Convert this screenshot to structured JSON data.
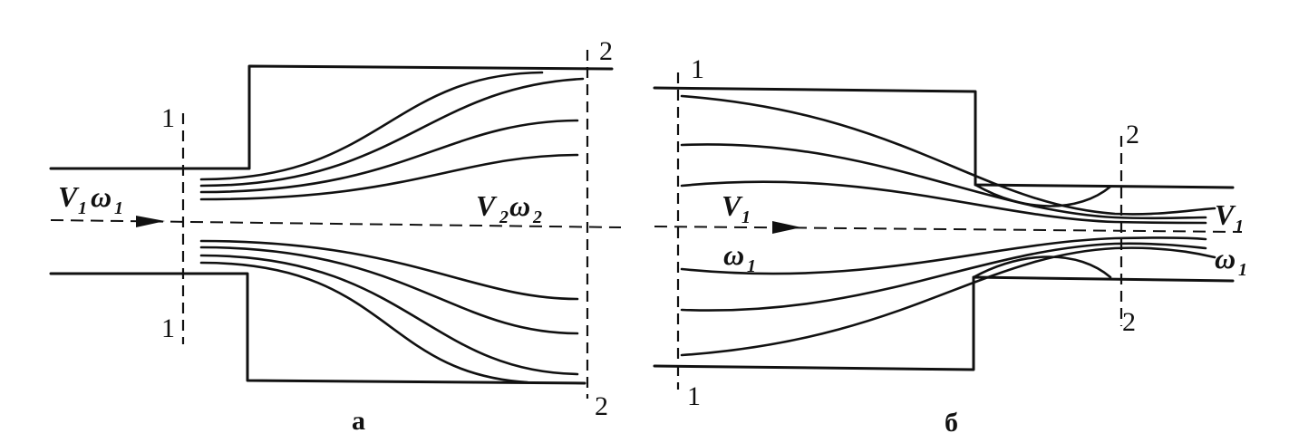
{
  "panel_a": {
    "caption": "а",
    "inlet_section": "1",
    "outlet_section": "2",
    "inlet_v": "V",
    "inlet_w": "ω",
    "inlet_sub": "1",
    "outlet_v": "V",
    "outlet_w": "ω",
    "outlet_sub": "2"
  },
  "panel_b": {
    "caption": "б",
    "inlet_section": "1",
    "outlet_section": "2",
    "inlet_v": "V",
    "inlet_w": "ω",
    "inlet_sub": "1",
    "outlet_v": "V",
    "outlet_w": "ω",
    "outlet_sub": "1"
  },
  "colors": {
    "ink": "#111111",
    "paper": "#ffffff"
  }
}
